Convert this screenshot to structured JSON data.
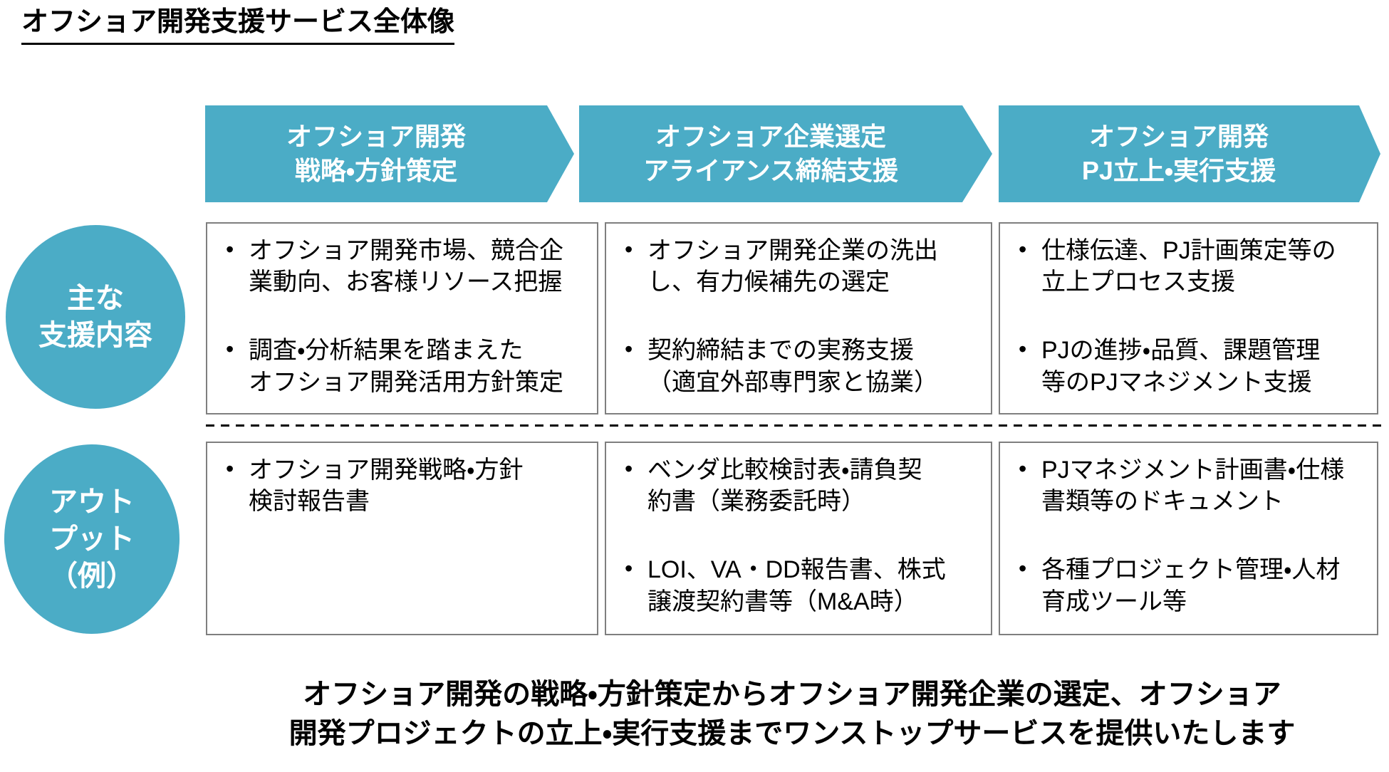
{
  "title": "オフショア開発支援サービス全体像",
  "colors": {
    "accent": "#4BACC6",
    "box-border": "#7F7F7F",
    "text": "#000000"
  },
  "row_labels": {
    "support": "主な\n支援内容",
    "output": "アウト\nプット\n（例）"
  },
  "steps": [
    {
      "header": "オフショア開発\n戦略・方針策定",
      "support_bullets": [
        "オフショア開発市場、競合企\n業動向、お客様リソース把握",
        "調査・分析結果を踏まえた\nオフショア開発活用方針策定"
      ],
      "output_bullets": [
        "オフショア開発戦略・方針\n検討報告書"
      ]
    },
    {
      "header": "オフショア企業選定\nアライアンス締結支援",
      "support_bullets": [
        "オフショア開発企業の洗出\nし、有力候補先の選定",
        "契約締結までの実務支援\n（適宜外部専門家と協業）"
      ],
      "output_bullets": [
        "ベンダ比較検討表・請負契\n約書（業務委託時）",
        "LOI、VA・DD報告書、株式\n譲渡契約書等（M&A時）"
      ]
    },
    {
      "header": "オフショア開発\nPJ立上・実行支援",
      "support_bullets": [
        "仕様伝達、PJ計画策定等の\n立上プロセス支援",
        "PJの進捗・品質、課題管理\n等のPJマネジメント支援"
      ],
      "output_bullets": [
        "PJマネジメント計画書・仕様\n書類等のドキュメント",
        "各種プロジェクト管理・人材\n育成ツール等"
      ]
    }
  ],
  "footer": "オフショア開発の戦略・方針策定からオフショア開発企業の選定、オフショア\n開発プロジェクトの立上・実行支援までワンストップサービスを提供いたします"
}
